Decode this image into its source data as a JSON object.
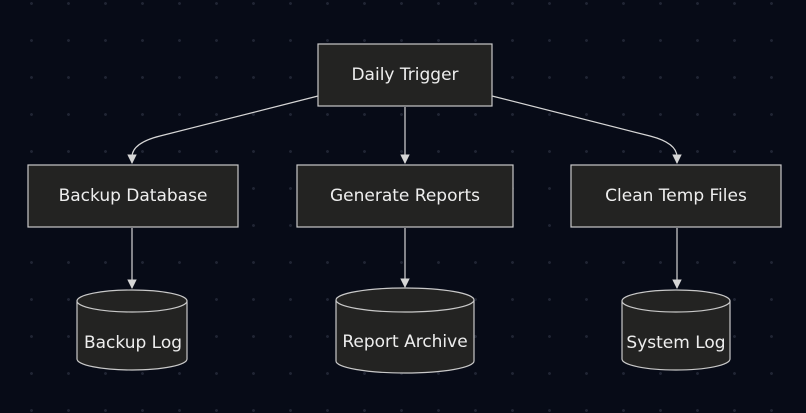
{
  "diagram": {
    "trigger": {
      "label": "Daily Trigger"
    },
    "processes": [
      {
        "label": "Backup Database"
      },
      {
        "label": "Generate Reports"
      },
      {
        "label": "Clean Temp Files"
      }
    ],
    "stores": [
      {
        "label": "Backup Log"
      },
      {
        "label": "Report Archive"
      },
      {
        "label": "System Log"
      }
    ]
  },
  "colors": {
    "background": "#070b17",
    "node_fill": "#232322",
    "node_stroke": "#c9c9c9",
    "edge": "#d6d6d6",
    "text": "#eeeeee"
  }
}
